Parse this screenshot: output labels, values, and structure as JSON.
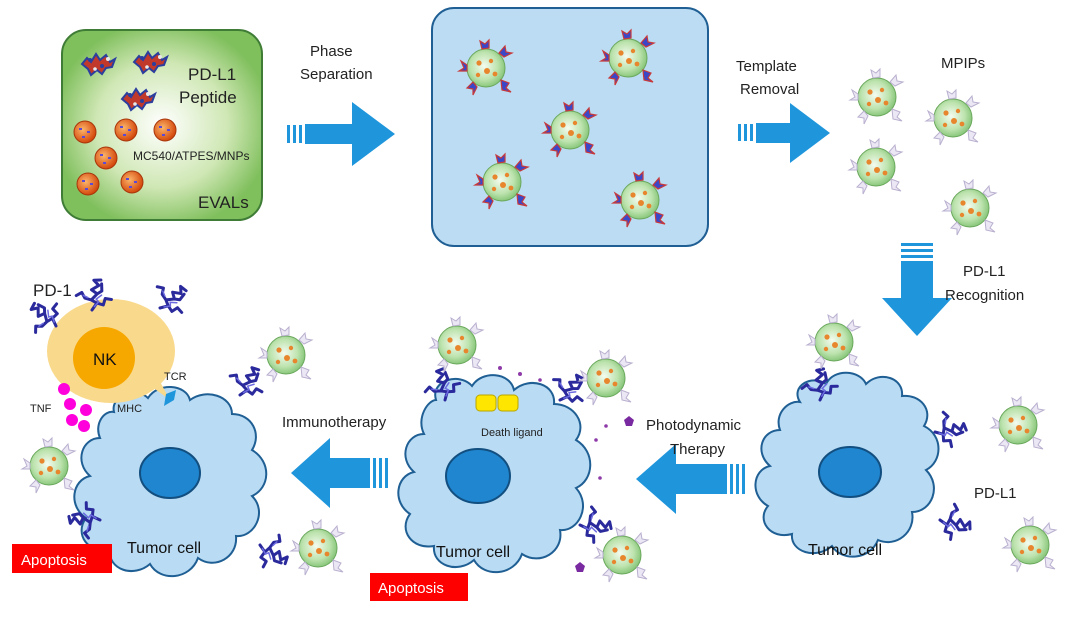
{
  "labels": {
    "pd_l1_peptide_line1": "PD-L1",
    "pd_l1_peptide_line2": "Peptide",
    "mnps": "MC540/ATPES/MNPs",
    "evals": "EVALs",
    "phase_separation_line1": "Phase",
    "phase_separation_line2": "Separation",
    "template_removal_line1": "Template",
    "template_removal_line2": "Removal",
    "mpips": "MPIPs",
    "pd_l1_recognition_line1": "PD-L1",
    "pd_l1_recognition_line2": "Recognition",
    "pd_l1_receptor": "PD-L1",
    "photodynamic_line1": "Photodynamic",
    "photodynamic_line2": "Therapy",
    "immunotherapy": "Immunotherapy",
    "death_ligand": "Death ligand",
    "pd_1": "PD-1",
    "nk": "NK",
    "tcr": "TCR",
    "mhc": "MHC",
    "tnf": "TNF",
    "tumor_cell_right": "Tumor cell",
    "tumor_cell_middle": "Tumor cell",
    "tumor_cell_left": "Tumor cell",
    "apoptosis_middle": "Apoptosis",
    "apoptosis_left": "Apoptosis"
  },
  "colors": {
    "arrow": "#1f96dc",
    "panel_fill": "#bcdcf3",
    "cell_fill": "#b9dbf3",
    "nucleus": "#1f86cf",
    "nk_outer": "#f9d98c",
    "nk_inner": "#f7a800",
    "apoptosis_bg": "#ff0000",
    "tnf_dot": "#ff00dd",
    "death_ligand": "#ffe600"
  }
}
